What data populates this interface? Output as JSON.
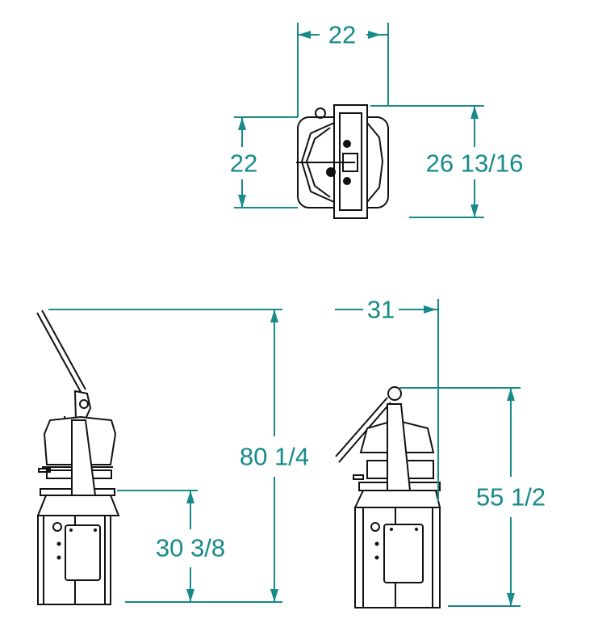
{
  "colors": {
    "dimension": "#178a8a",
    "drawing": "#111111"
  },
  "top_view": {
    "width_label": "22",
    "depth_label": "22",
    "overall_depth_label": "26 13/16"
  },
  "side_view_left": {
    "overall_height_label": "80 1/4",
    "working_height_label": "30 3/8"
  },
  "side_view_right": {
    "overall_width_label": "31",
    "height_label": "55 1/2"
  }
}
